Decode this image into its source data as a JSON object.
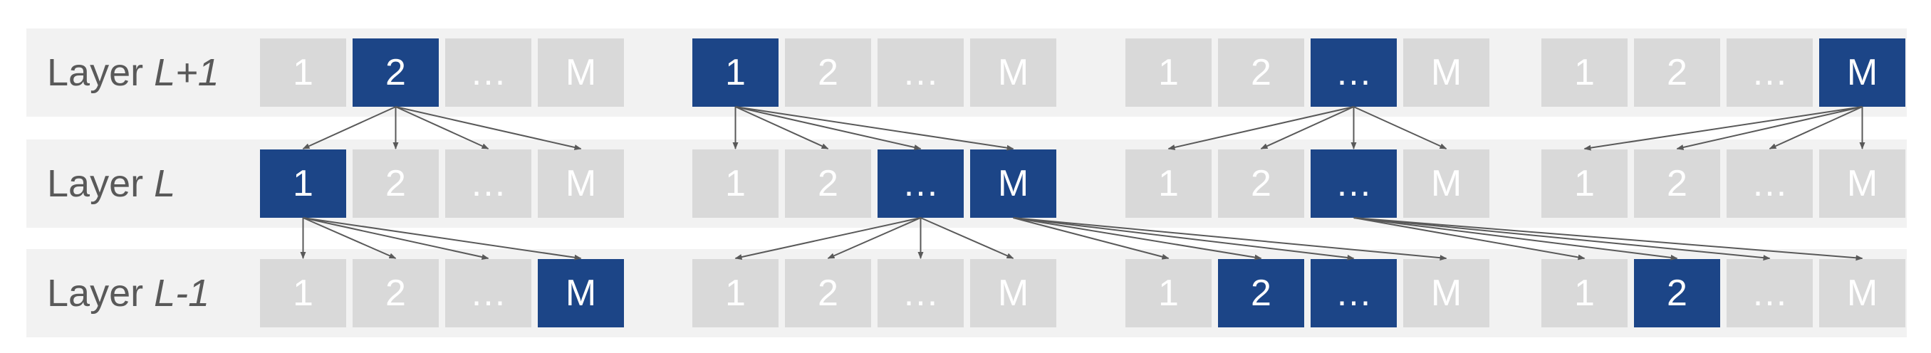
{
  "colors": {
    "band": "#f2f2f2",
    "cell": "#d9d9d9",
    "active": "#1c4587",
    "arrow": "#595959",
    "label": "#595959"
  },
  "layers": [
    {
      "prefix": "Layer ",
      "var": "L+1",
      "groups": [
        {
          "cells": [
            "1",
            "2",
            "…",
            "M"
          ],
          "active": [
            1
          ]
        },
        {
          "cells": [
            "1",
            "2",
            "…",
            "M"
          ],
          "active": [
            0
          ]
        },
        {
          "cells": [
            "1",
            "2",
            "…",
            "M"
          ],
          "active": [
            2
          ]
        },
        {
          "cells": [
            "1",
            "2",
            "…",
            "M"
          ],
          "active": [
            3
          ]
        }
      ]
    },
    {
      "prefix": "Layer ",
      "var": "L",
      "groups": [
        {
          "cells": [
            "1",
            "2",
            "…",
            "M"
          ],
          "active": [
            0
          ]
        },
        {
          "cells": [
            "1",
            "2",
            "…",
            "M"
          ],
          "active": [
            2,
            3
          ]
        },
        {
          "cells": [
            "1",
            "2",
            "…",
            "M"
          ],
          "active": [
            2
          ]
        },
        {
          "cells": [
            "1",
            "2",
            "…",
            "M"
          ],
          "active": []
        }
      ]
    },
    {
      "prefix": "Layer ",
      "var": "L-1",
      "groups": [
        {
          "cells": [
            "1",
            "2",
            "…",
            "M"
          ],
          "active": [
            3
          ]
        },
        {
          "cells": [
            "1",
            "2",
            "…",
            "M"
          ],
          "active": []
        },
        {
          "cells": [
            "1",
            "2",
            "…",
            "M"
          ],
          "active": [
            1,
            2
          ]
        },
        {
          "cells": [
            "1",
            "2",
            "…",
            "M"
          ],
          "active": [
            1
          ]
        }
      ]
    }
  ],
  "connections": [
    {
      "from": [
        0,
        0,
        1
      ],
      "to": [
        1,
        0,
        "all"
      ]
    },
    {
      "from": [
        0,
        1,
        0
      ],
      "to": [
        1,
        1,
        "all"
      ]
    },
    {
      "from": [
        0,
        2,
        2
      ],
      "to": [
        1,
        2,
        "all"
      ]
    },
    {
      "from": [
        0,
        3,
        3
      ],
      "to": [
        1,
        3,
        "all"
      ]
    },
    {
      "from": [
        1,
        0,
        0
      ],
      "to": [
        2,
        0,
        "all"
      ]
    },
    {
      "from": [
        1,
        1,
        2
      ],
      "to": [
        2,
        1,
        "all"
      ]
    },
    {
      "from": [
        1,
        1,
        3
      ],
      "to": [
        2,
        2,
        "all"
      ]
    },
    {
      "from": [
        1,
        2,
        2
      ],
      "to": [
        2,
        3,
        "all"
      ]
    }
  ]
}
